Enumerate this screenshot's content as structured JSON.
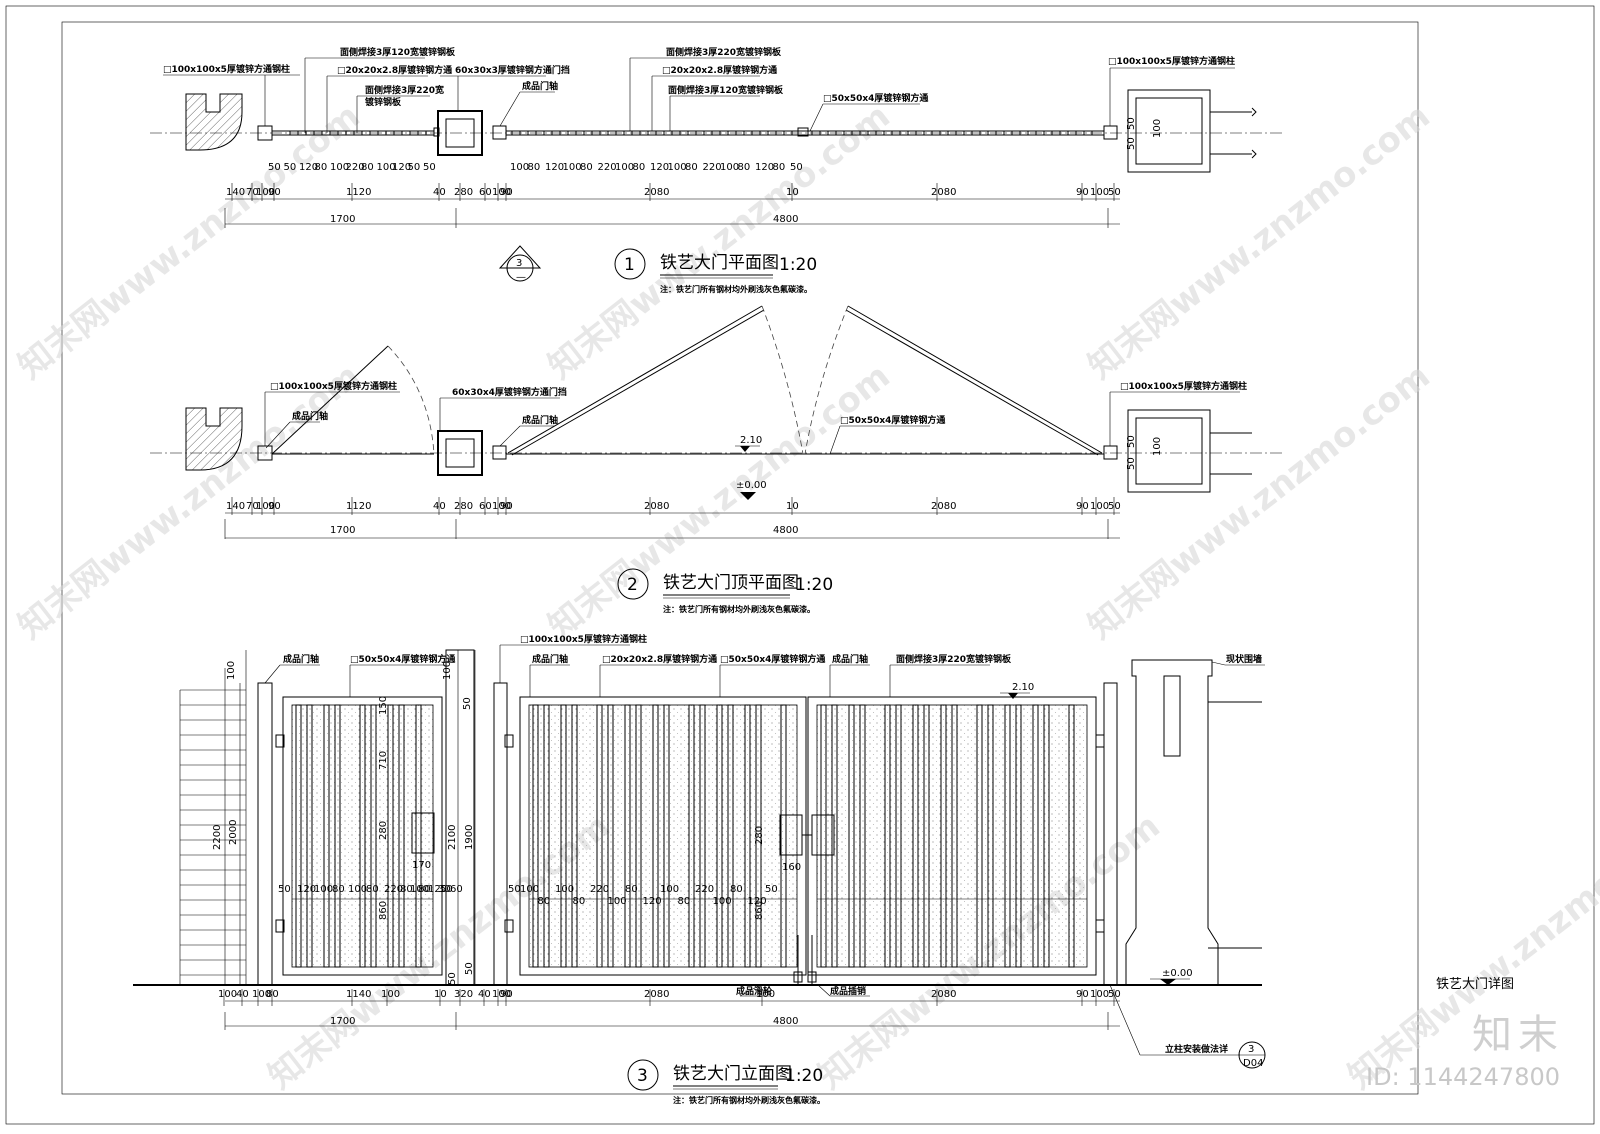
{
  "drawing": {
    "sheet_caption": "铁艺大门详图",
    "brand": "知末",
    "image_id": "ID: 1144247800",
    "watermark": "知末网www.znzmo.com"
  },
  "views": [
    {
      "num": "1",
      "title": "铁艺大门平面图",
      "scale": "1:20",
      "note": "注：铁艺门所有钢材均外刷浅灰色氟碳漆。"
    },
    {
      "num": "2",
      "title": "铁艺大门顶平面图",
      "scale": "1:20",
      "note": "注：铁艺门所有钢材均外刷浅灰色氟碳漆。"
    },
    {
      "num": "3",
      "title": "铁艺大门立面图",
      "scale": "1:20",
      "note": "注：铁艺门所有钢材均外刷浅灰色氟碳漆。"
    }
  ],
  "section_marker": {
    "num": "3",
    "sub": "—"
  },
  "detail_ref": {
    "num": "3",
    "sheet": "D04",
    "label": "立柱安装做法详"
  },
  "plan_labels": {
    "post_left": "□100x100x5厚镀锌方通钢柱",
    "post_right": "□100x100x5厚镀锌方通钢柱",
    "plate_120_a": "面侧焊接3厚120宽镀锌钢板",
    "tube_20_a": "□20x20x2.8厚镀锌钢方通",
    "plate_220_a": "面侧焊接3厚220宽",
    "plate_220_a2": "镀锌钢板",
    "gate_post": "60x30x3厚镀锌钢方通门挡",
    "hinge": "成品门轴",
    "plate_220_b": "面侧焊接3厚220宽镀锌钢板",
    "tube_20_b": "□20x20x2.8厚镀锌钢方通",
    "plate_120_b": "面侧焊接3厚120宽镀锌钢板",
    "tube_50": "□50x50x4厚镀锌钢方通"
  },
  "plan_dims": {
    "row1": [
      "50",
      "50",
      "120",
      "80",
      "100",
      "220",
      "80",
      "100",
      "120",
      "50",
      "50",
      "100",
      "80",
      "120",
      "100",
      "80",
      "220",
      "100",
      "80",
      "120",
      "100",
      "80",
      "220",
      "100",
      "80",
      "120",
      "80",
      "50"
    ],
    "row2": [
      "140",
      "70",
      "100",
      "90",
      "1120",
      "40",
      "280",
      "60",
      "100",
      "90",
      "2080",
      "10",
      "2080",
      "90",
      "100",
      "50"
    ],
    "row3": [
      "1700",
      "4800"
    ],
    "side": [
      "50",
      "50",
      "100"
    ]
  },
  "top_labels": {
    "post_left": "□100x100x5厚镀锌方通钢柱",
    "gate_post": "60x30x4厚镀锌钢方通门挡",
    "hinge_a": "成品门轴",
    "hinge_b": "成品门轴",
    "tube_50": "□50x50x4厚镀锌钢方通",
    "post_right": "□100x100x5厚镀锌方通钢柱",
    "level_top": "2.10",
    "level_zero": "±0.00"
  },
  "elev_labels": {
    "post": "□100x100x5厚镀锌方通钢柱",
    "hinge_a": "成品门轴",
    "tube_50_a": "□50x50x4厚镀锌钢方通",
    "tube_20": "□20x20x2.8厚镀锌钢方通",
    "tube_50_b": "□50x50x4厚镀锌钢方通",
    "hinge_b": "成品门轴",
    "plate_220": "面侧焊接3厚220宽镀锌钢板",
    "wall": "现状围墙",
    "level_top": "2.10",
    "level_zero": "±0.00",
    "roller": "成品滑轮",
    "latch": "成品插销"
  },
  "elev_dims": {
    "left_v": [
      "100",
      "2200",
      "2000"
    ],
    "small_v": [
      "100",
      "50",
      "2100",
      "1900",
      "50",
      "50"
    ],
    "inner_v": [
      "150",
      "710",
      "280",
      "860",
      "280",
      "860"
    ],
    "row_small": [
      "50",
      "120",
      "100",
      "80",
      "100",
      "80",
      "220",
      "80",
      "100",
      "80",
      "120",
      "30",
      "50",
      "60",
      "50",
      "100",
      "80",
      "100",
      "80",
      "220",
      "100",
      "80",
      "120",
      "100",
      "80",
      "220",
      "100",
      "80",
      "120",
      "50"
    ],
    "lock_w": [
      "170",
      "160"
    ],
    "bottom_row": [
      "100",
      "40",
      "100",
      "80",
      "1140",
      "100",
      "10",
      "320",
      "40",
      "100",
      "90",
      "2080",
      "100",
      "2080",
      "90",
      "100",
      "50"
    ],
    "bottom_total": [
      "1700",
      "4800"
    ]
  }
}
